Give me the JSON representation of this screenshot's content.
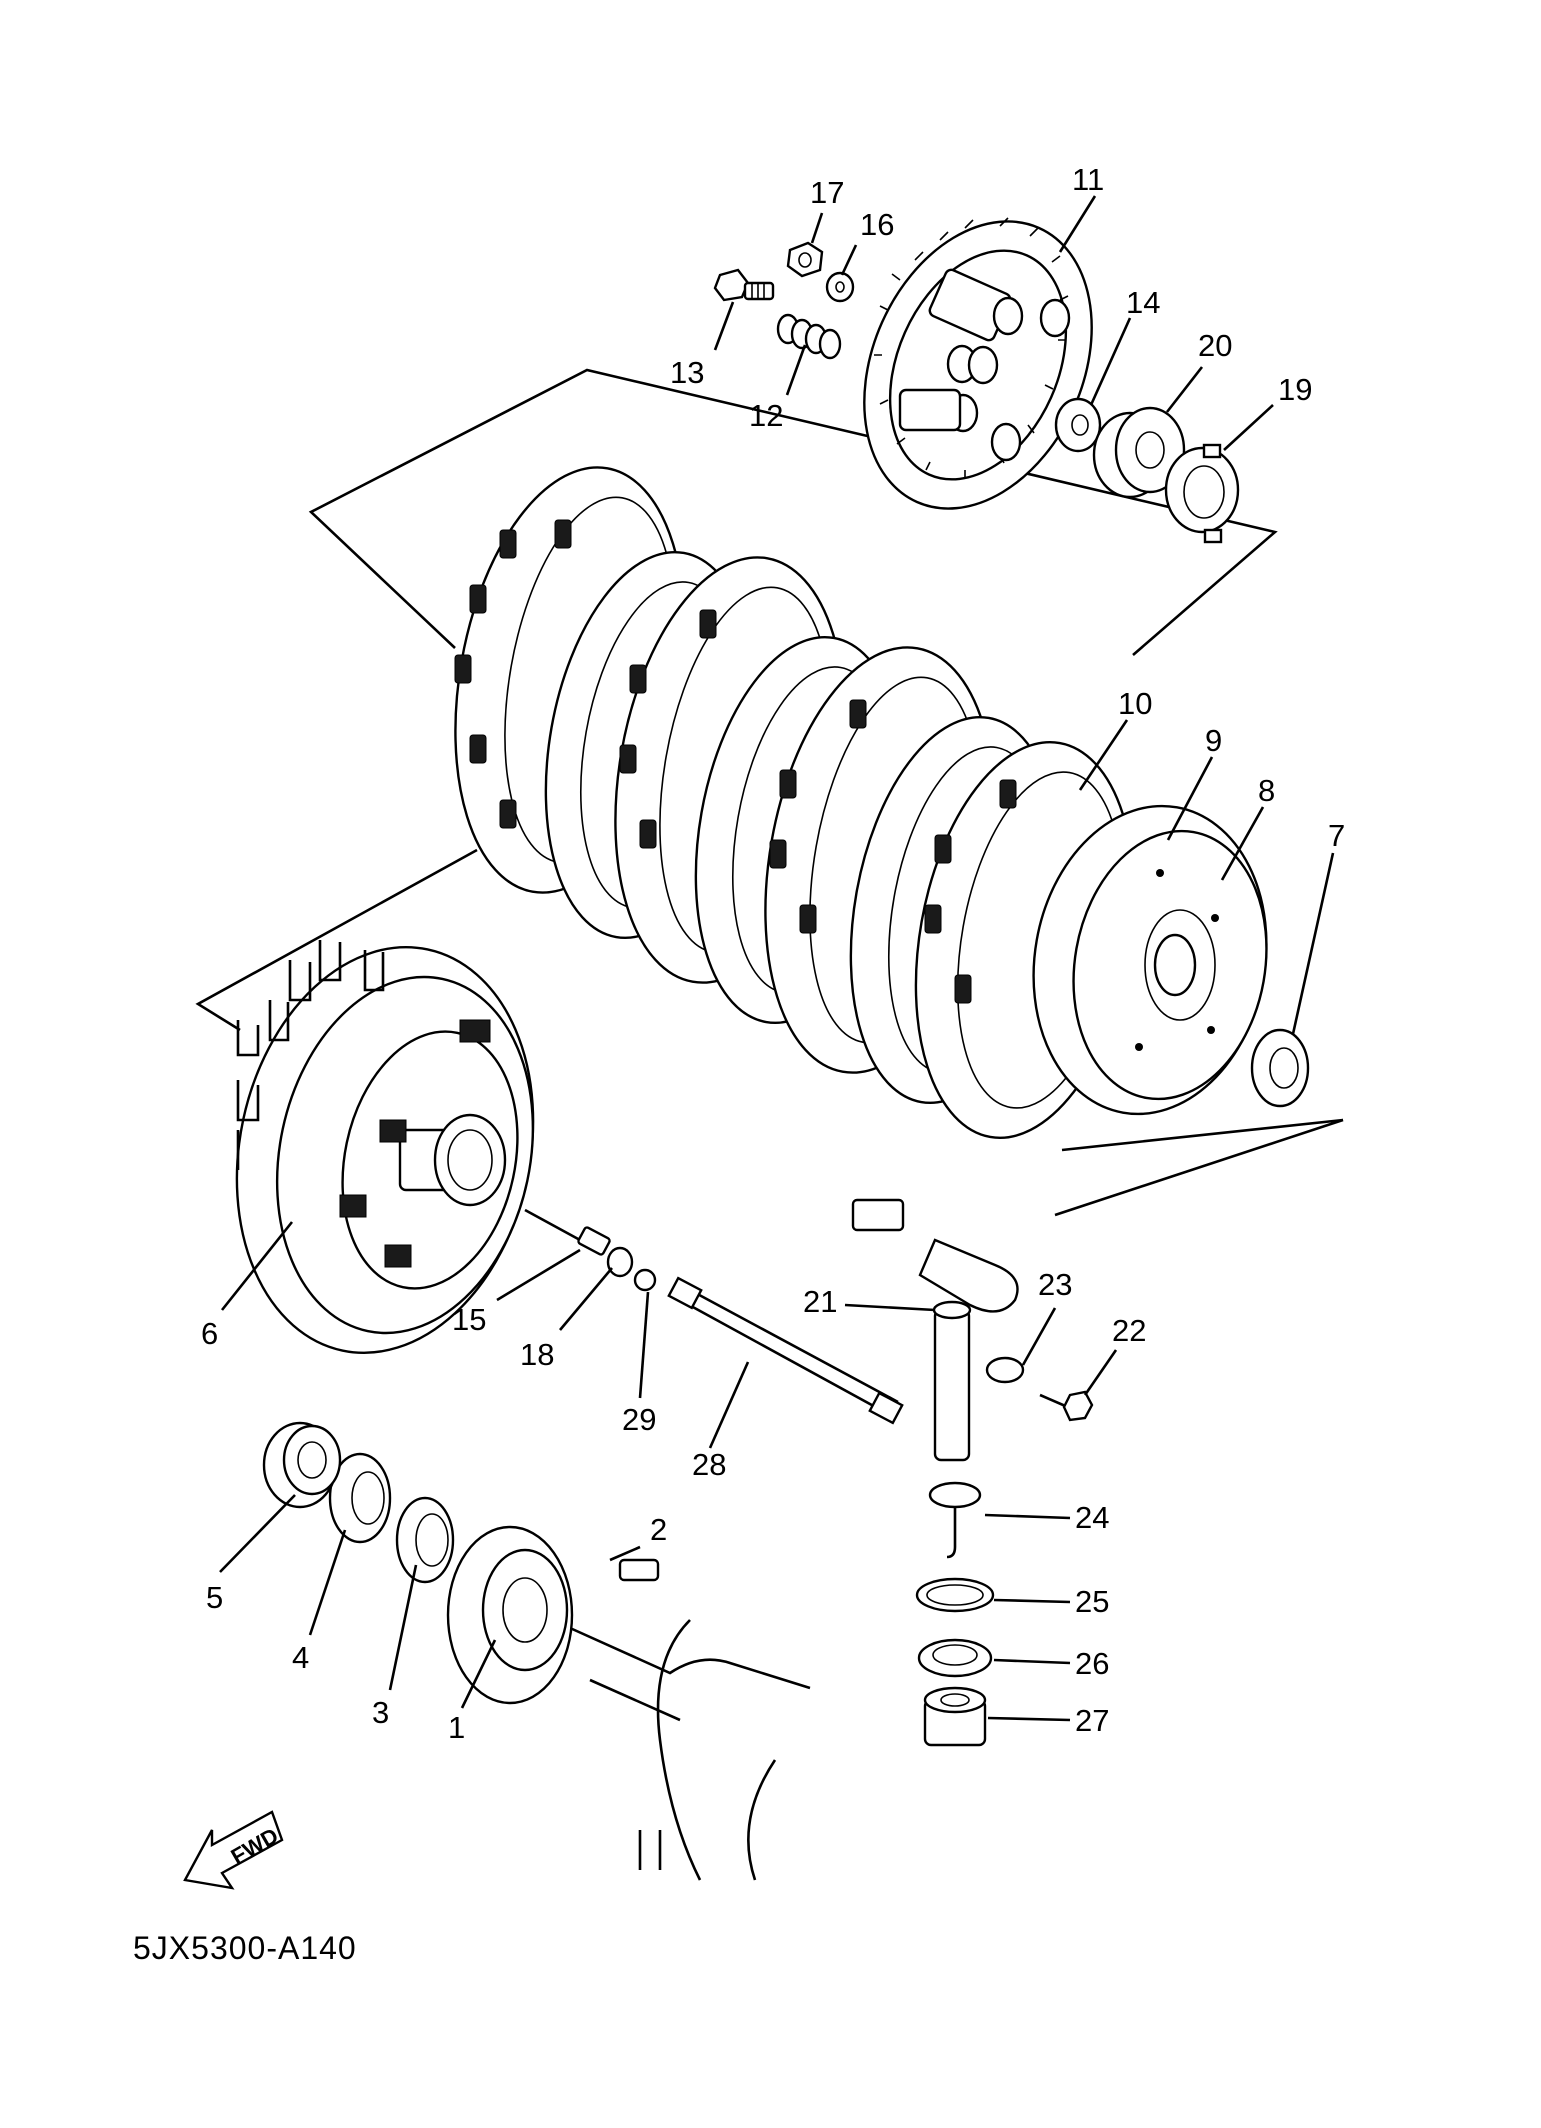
{
  "drawing_code": "5JX5300-A140",
  "fwd_label": "FWD",
  "callouts": [
    {
      "id": "1",
      "label": "1"
    },
    {
      "id": "2",
      "label": "2"
    },
    {
      "id": "3",
      "label": "3"
    },
    {
      "id": "4",
      "label": "4"
    },
    {
      "id": "5",
      "label": "5"
    },
    {
      "id": "6",
      "label": "6"
    },
    {
      "id": "7",
      "label": "7"
    },
    {
      "id": "8",
      "label": "8"
    },
    {
      "id": "9",
      "label": "9"
    },
    {
      "id": "10",
      "label": "10"
    },
    {
      "id": "11",
      "label": "11"
    },
    {
      "id": "12",
      "label": "12"
    },
    {
      "id": "13",
      "label": "13"
    },
    {
      "id": "14",
      "label": "14"
    },
    {
      "id": "15",
      "label": "15"
    },
    {
      "id": "16",
      "label": "16"
    },
    {
      "id": "17",
      "label": "17"
    },
    {
      "id": "18",
      "label": "18"
    },
    {
      "id": "19",
      "label": "19"
    },
    {
      "id": "20",
      "label": "20"
    },
    {
      "id": "21",
      "label": "21"
    },
    {
      "id": "22",
      "label": "22"
    },
    {
      "id": "23",
      "label": "23"
    },
    {
      "id": "24",
      "label": "24"
    },
    {
      "id": "25",
      "label": "25"
    },
    {
      "id": "26",
      "label": "26"
    },
    {
      "id": "27",
      "label": "27"
    },
    {
      "id": "28",
      "label": "28"
    },
    {
      "id": "29",
      "label": "29"
    }
  ]
}
